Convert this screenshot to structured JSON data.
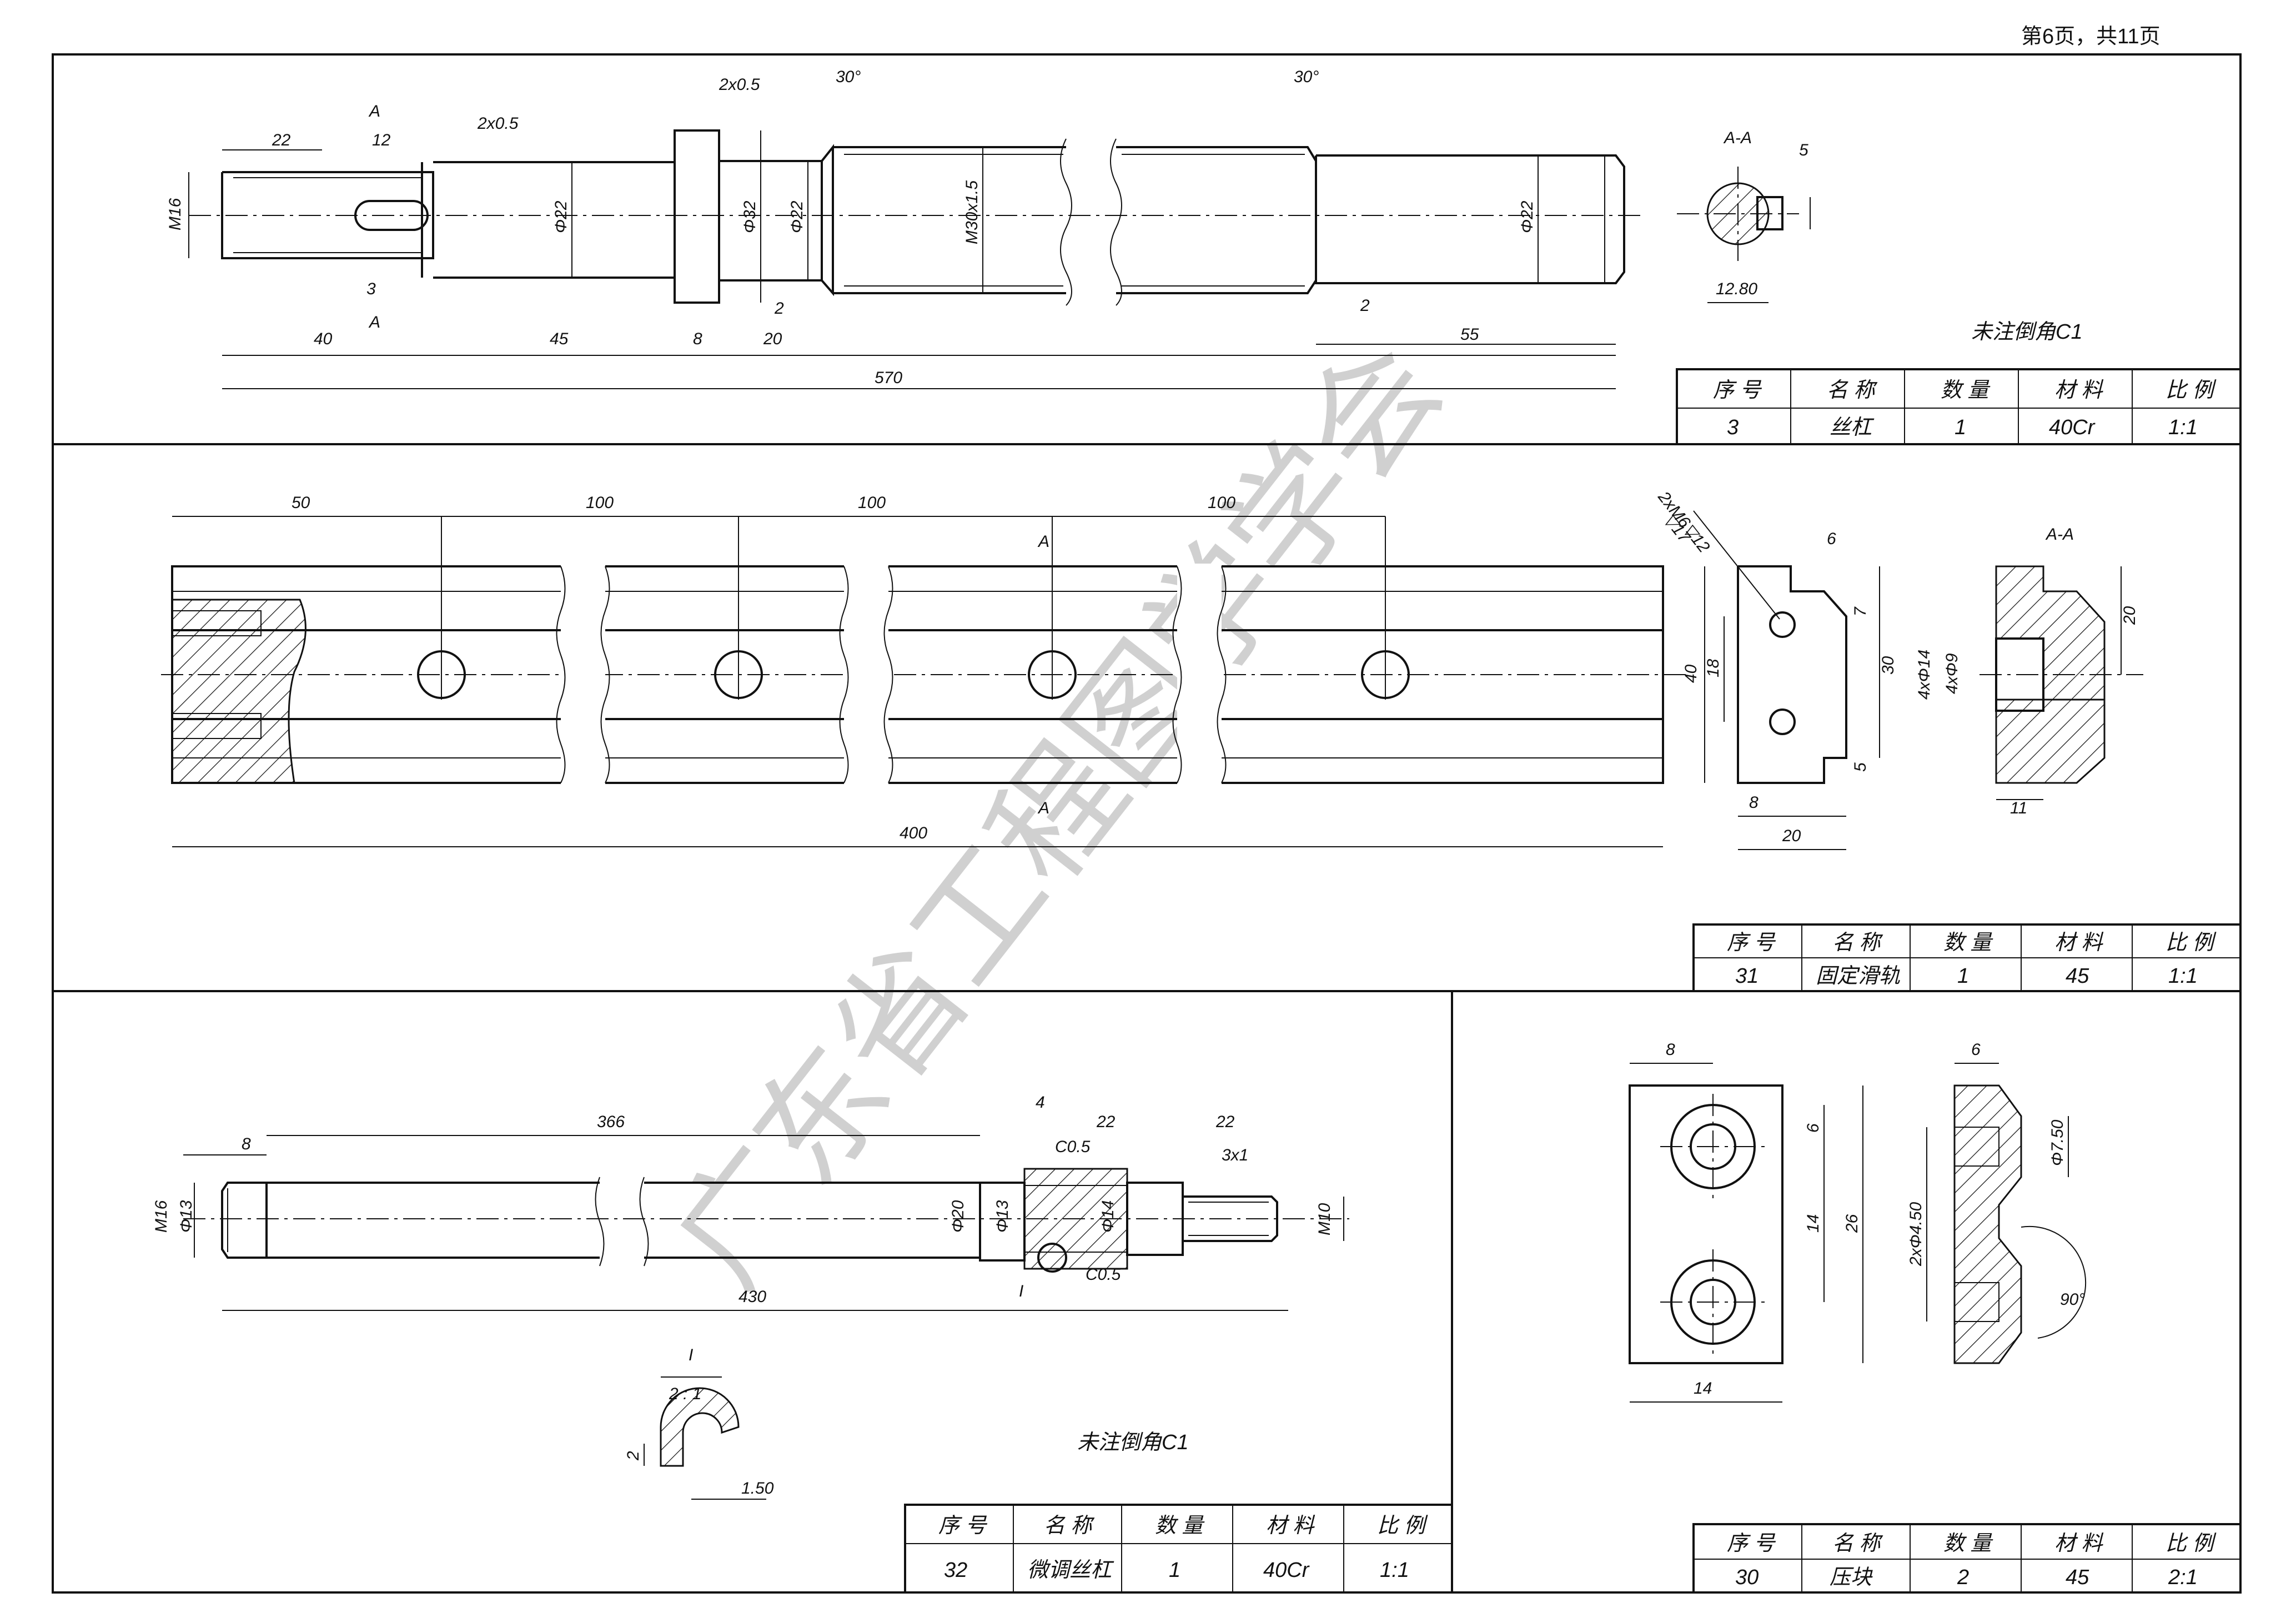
{
  "page_label": "第6页，共11页",
  "watermark": "广东省工程图学学会",
  "table_headers": [
    "序 号",
    "名 称",
    "数 量",
    "材 料",
    "比 例"
  ],
  "parts": [
    {
      "id": "3",
      "name": "丝杠",
      "qty": "1",
      "material": "40Cr",
      "scale": "1:1",
      "note": "未注倒角C1"
    },
    {
      "id": "31",
      "name": "固定滑轨",
      "qty": "1",
      "material": "45",
      "scale": "1:1"
    },
    {
      "id": "32",
      "name": "微调丝杠",
      "qty": "1",
      "material": "40Cr",
      "scale": "1:1",
      "note": "未注倒角C1"
    },
    {
      "id": "30",
      "name": "压块",
      "qty": "2",
      "material": "45",
      "scale": "2:1"
    }
  ],
  "dims": {
    "p3": [
      "22",
      "12",
      "2x0.5",
      "2x0.5",
      "30°",
      "30°",
      "M16",
      "Φ22",
      "Φ32",
      "Φ22",
      "M30x1.5",
      "Φ22",
      "3",
      "2",
      "2",
      "40",
      "45",
      "8",
      "20",
      "55",
      "570",
      "A-A",
      "5",
      "12.80",
      "A",
      "A"
    ],
    "p31": [
      "50",
      "100",
      "100",
      "100",
      "400",
      "40",
      "2xM6▽12",
      "▽17",
      "6",
      "7",
      "18",
      "30",
      "5",
      "8",
      "20",
      "4xΦ14",
      "4xΦ9",
      "A-A",
      "20",
      "11",
      "A",
      "A"
    ],
    "p32": [
      "8",
      "366",
      "4",
      "22",
      "22",
      "C0.5",
      "3x1",
      "M16",
      "Φ13",
      "Φ20",
      "Φ13",
      "Φ14",
      "M10",
      "C0.5",
      "430",
      "I",
      "I",
      "2 : 1",
      "2",
      "1.50"
    ],
    "p30": [
      "8",
      "6",
      "6",
      "14",
      "26",
      "Φ7.50",
      "2xΦ4.50",
      "90°",
      "14"
    ]
  }
}
